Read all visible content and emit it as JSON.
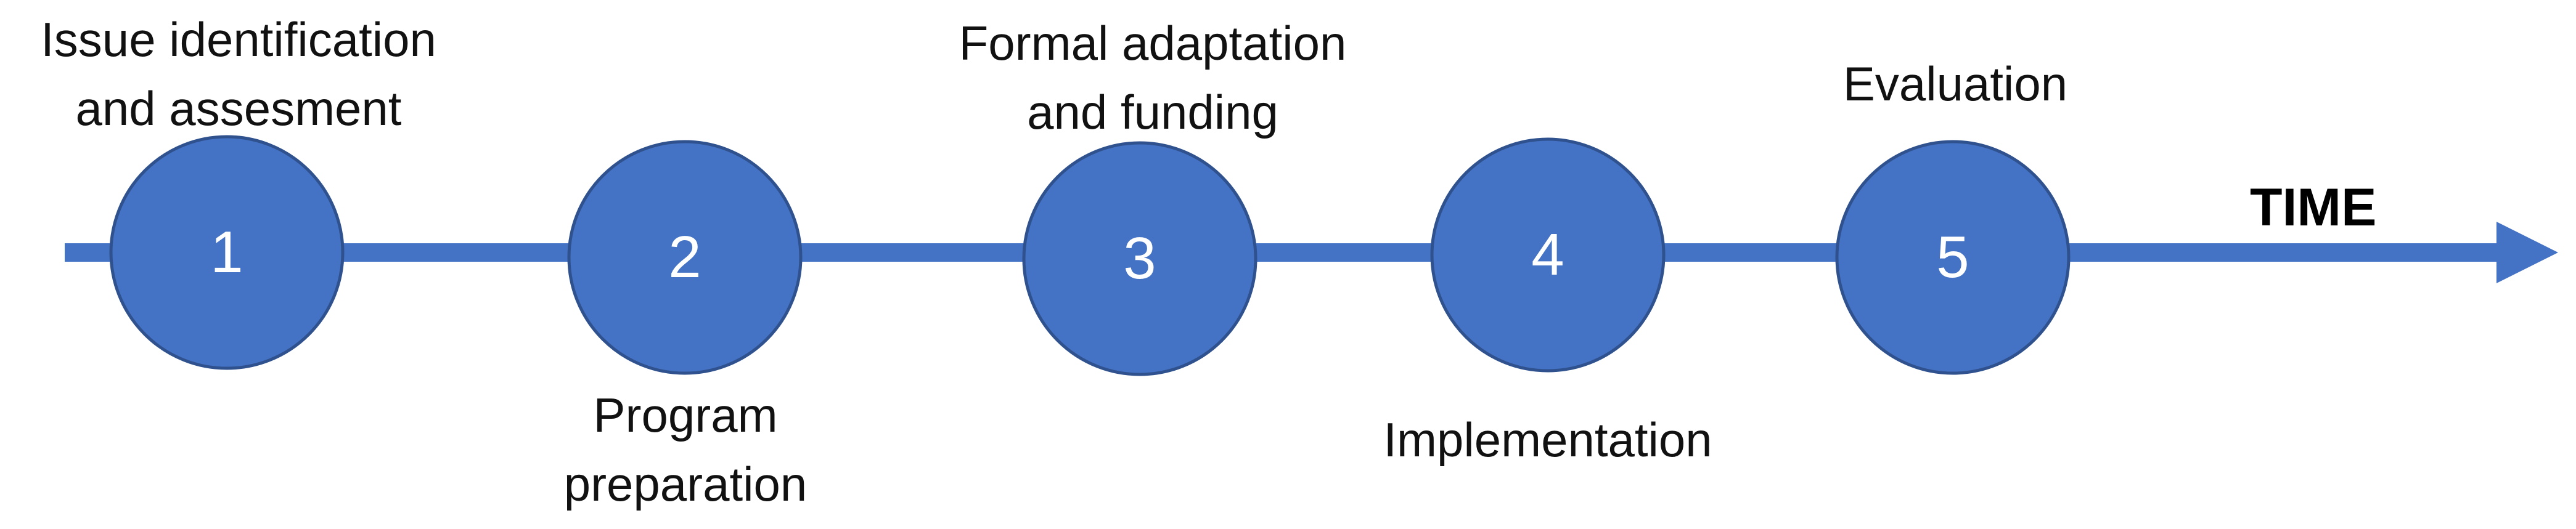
{
  "colors": {
    "accent": "#4472C4",
    "circle_border": "#2F528F",
    "number_text": "#FFFFFF",
    "label_text": "#111111"
  },
  "axis": {
    "label": "TIME"
  },
  "stages": [
    {
      "number": "1",
      "label_lines": [
        "Issue identification",
        "and assesment"
      ],
      "label_position": "above"
    },
    {
      "number": "2",
      "label_lines": [
        "Program",
        "preparation"
      ],
      "label_position": "below"
    },
    {
      "number": "3",
      "label_lines": [
        "Formal adaptation",
        "and funding"
      ],
      "label_position": "above"
    },
    {
      "number": "4",
      "label_lines": [
        "Implementation"
      ],
      "label_position": "below"
    },
    {
      "number": "5",
      "label_lines": [
        "Evaluation"
      ],
      "label_position": "above"
    }
  ]
}
